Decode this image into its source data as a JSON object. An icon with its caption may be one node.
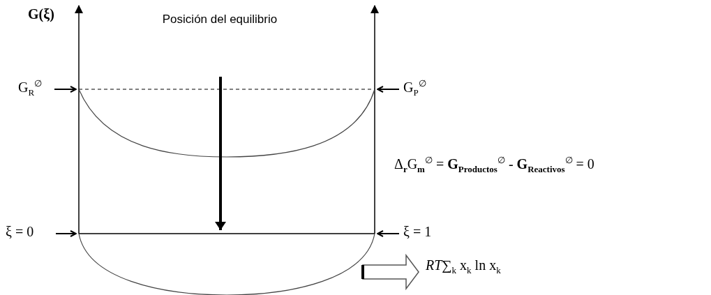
{
  "diagram": {
    "labels": [
      "G(ξ)",
      "Posición del equilibrio",
      "G$_{R}$$^{∅}$",
      "G$_{P}$$^{∅}$",
      "Δ$_{r}$G$_{m}$$^{∅}$ = **G**$_{Productos}$$^{∅}$ - **G**$_{Reactivos}$$^{∅}$ = 0",
      "ξ = 0",
      "ξ = 1",
      "*RT*∑$_{k}$ x$_{k}$ ln x$_{k}$"
    ]
  }
}
